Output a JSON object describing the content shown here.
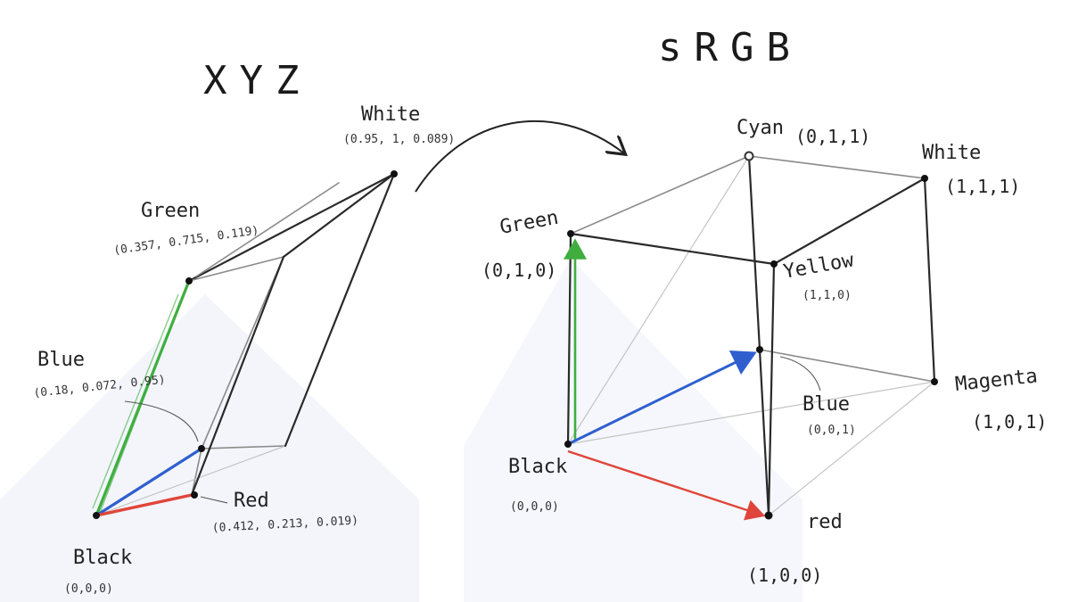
{
  "diagram": {
    "xyz_title": "XYZ",
    "srgb_title": "sRGB",
    "xyz_points": {
      "white": {
        "name": "White",
        "coords": "(0.95, 1, 0.089)"
      },
      "green": {
        "name": "Green",
        "coords": "(0.357, 0.715, 0.119)"
      },
      "blue": {
        "name": "Blue",
        "coords": "(0.18, 0.072, 0.95)"
      },
      "red": {
        "name": "Red",
        "coords": "(0.412, 0.213, 0.019)"
      },
      "black": {
        "name": "Black",
        "coords": "(0,0,0)"
      }
    },
    "srgb_points": {
      "cyan": {
        "name": "Cyan",
        "coords": "(0,1,1)"
      },
      "white": {
        "name": "White",
        "coords": "(1,1,1)"
      },
      "green": {
        "name": "Green",
        "coords": "(0,1,0)"
      },
      "yellow": {
        "name": "Yellow",
        "coords": "(1,1,0)"
      },
      "blue": {
        "name": "Blue",
        "coords": "(0,0,1)"
      },
      "magenta": {
        "name": "Magenta",
        "coords": "(1,0,1)"
      },
      "black": {
        "name": "Black",
        "coords": "(0,0,0)"
      },
      "red": {
        "name": "red",
        "coords": "(1,0,0)"
      }
    },
    "colors": {
      "axis_red": "#e0453a",
      "axis_green": "#3fae3f",
      "axis_blue": "#2f5fcf",
      "ink": "#222222",
      "pencil": "#8a8a8a"
    }
  }
}
